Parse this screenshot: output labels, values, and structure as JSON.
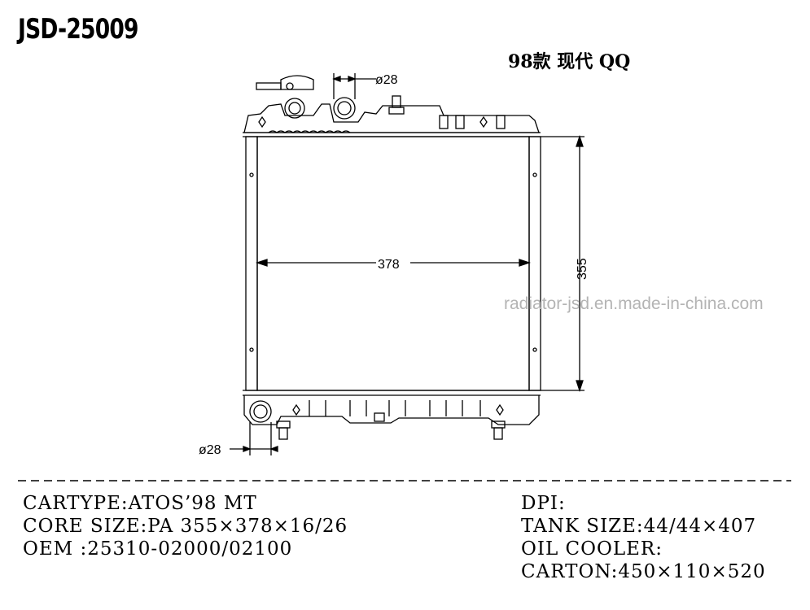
{
  "header": {
    "code": "JSD-25009",
    "model": "98款 现代 QQ"
  },
  "drawing": {
    "dim_inlet": "ø28",
    "dim_outlet": "ø28",
    "dim_width": "378",
    "dim_height": "355"
  },
  "watermark": "radiator-jsd.en.made-in-china.com",
  "specs": {
    "cartype": "CARTYPE:ATOS’98 MT",
    "core_size": "CORE SIZE:PA 355×378×16/26",
    "oem": "OEM :25310-02000/02100",
    "dpi": "DPI:",
    "tank_size": "TANK SIZE:44/44×407",
    "oil_cooler": "OIL COOLER:",
    "carton": "CARTON:450×110×520"
  }
}
